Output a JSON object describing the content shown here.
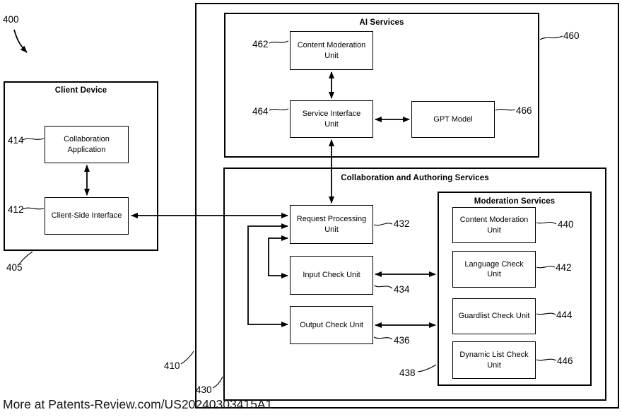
{
  "figure_ref": "400",
  "outer_ref": "410",
  "footer": "More at Patents-Review.com/US20240303415A1",
  "client_device": {
    "title": "Client Device",
    "ref": "405",
    "boxes": [
      {
        "label": "Collaboration Application",
        "ref": "414"
      },
      {
        "label": "Client-Side Interface",
        "ref": "412"
      }
    ]
  },
  "ai_services": {
    "title": "AI Services",
    "ref": "460",
    "boxes": [
      {
        "label": "Content Moderation Unit",
        "ref": "462"
      },
      {
        "label": "Service Interface Unit",
        "ref": "464"
      },
      {
        "label": "GPT Model",
        "ref": "466"
      }
    ]
  },
  "collab_services": {
    "title": "Collaboration and Authoring Services",
    "ref": "430",
    "boxes": [
      {
        "label": "Request Processing Unit",
        "ref": "432"
      },
      {
        "label": "Input Check Unit",
        "ref": "434"
      },
      {
        "label": "Output Check Unit",
        "ref": "436"
      }
    ]
  },
  "moderation_services": {
    "title": "Moderation Services",
    "ref": "438",
    "boxes": [
      {
        "label": "Content Moderation Unit",
        "ref": "440"
      },
      {
        "label": "Language Check Unit",
        "ref": "442"
      },
      {
        "label": "Guardlist Check Unit",
        "ref": "444"
      },
      {
        "label": "Dynamic List Check Unit",
        "ref": "446"
      }
    ]
  },
  "colors": {
    "line": "#000000",
    "background": "#ffffff",
    "footer_text": "#161616"
  }
}
